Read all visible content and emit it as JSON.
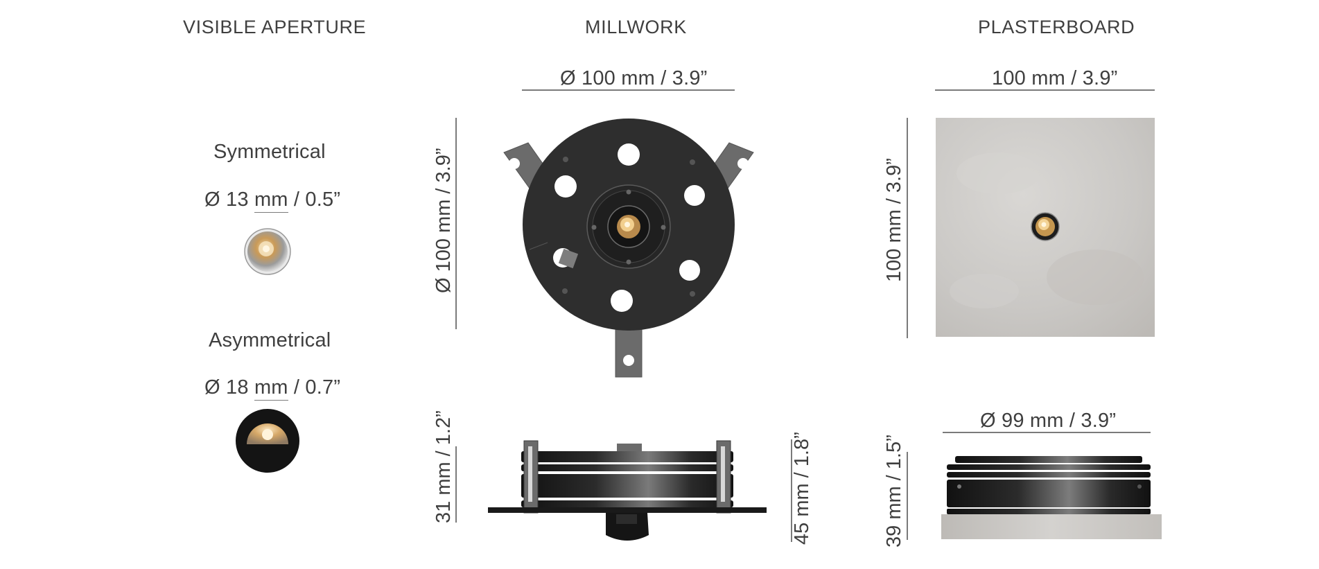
{
  "columns": {
    "aperture": {
      "heading": "VISIBLE APERTURE"
    },
    "millwork": {
      "heading": "MILLWORK"
    },
    "plasterboard": {
      "heading": "PLASTERBOARD"
    }
  },
  "aperture": {
    "symmetrical": {
      "label": "Symmetrical",
      "dim_prefix": "Ø 13 ",
      "dim_underlined": "mm",
      "dim_suffix": " / 0.5”"
    },
    "asymmetrical": {
      "label": "Asymmetrical",
      "dim_prefix": "Ø 18 ",
      "dim_underlined": "mm",
      "dim_suffix": " / 0.7”"
    }
  },
  "millwork": {
    "top_width": "Ø 100 mm / 3.9”",
    "top_height": "Ø 100 mm / 3.9”",
    "side_left_height": "31 mm / 1.2”",
    "side_right_height": "45 mm / 1.8”"
  },
  "plasterboard": {
    "top_width": "100 mm / 3.9”",
    "top_height": "100 mm / 3.9”",
    "side_width": "Ø 99 mm / 3.9”",
    "side_height": "39 mm / 1.5”"
  },
  "colors": {
    "text": "#3f3f3f",
    "dimension_line": "#7a7a7a",
    "housing_black": "#2e2e2e",
    "bracket_gray": "#6b6b6b",
    "plaster_gray": "#cfcdca",
    "led_warm": "#d9a55a"
  }
}
